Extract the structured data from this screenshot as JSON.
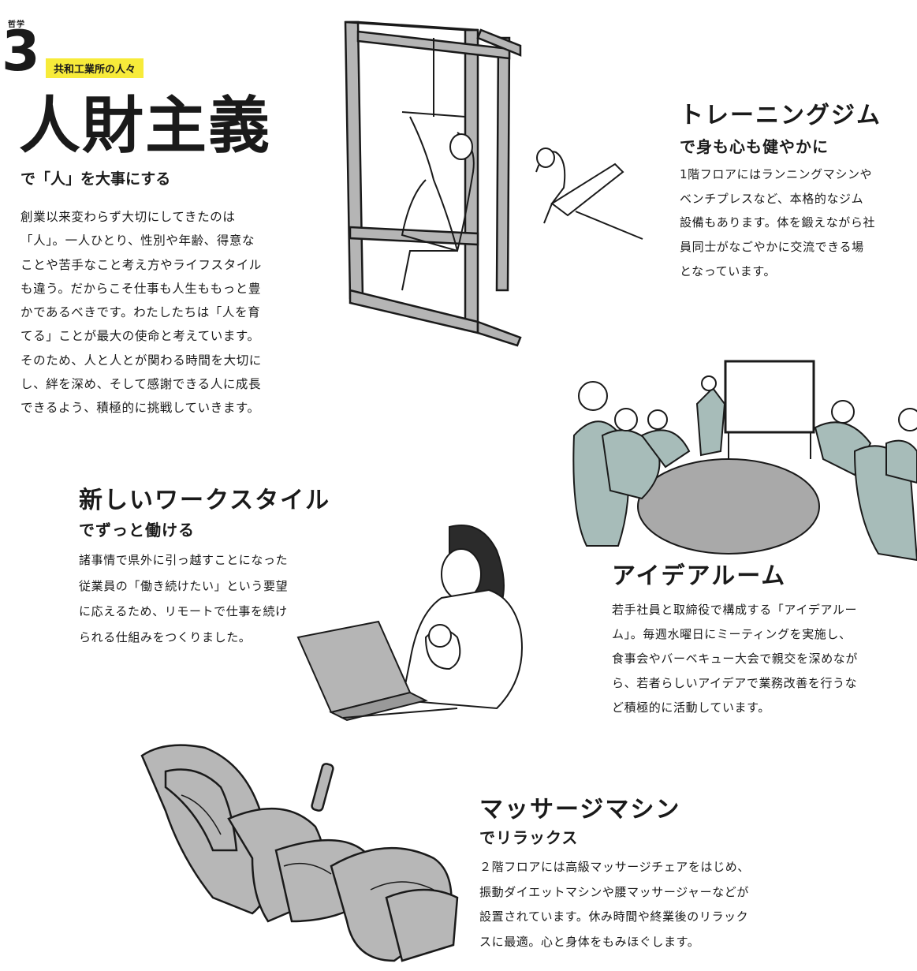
{
  "header": {
    "philosophy_label": "哲学",
    "philosophy_number": "3",
    "tagline": "共和工業所の人々"
  },
  "main": {
    "title": "人財主義",
    "subtitle": "で「人」を大事にする",
    "body": "創業以来変わらず大切にしてきたのは\n「人」。一人ひとり、性別や年齢、得意な\nことや苦手なこと考え方やライフスタイル\nも違う。だからこそ仕事も人生ももっと豊\nかであるべきです。わたしたちは「人を育\nてる」ことが最大の使命と考えています。\nそのため、人と人とが関わる時間を大切に\nし、絆を深め、そして感謝できる人に成長\nできるよう、積極的に挑戦していきます。"
  },
  "sections": {
    "gym": {
      "heading": "トレーニングジム",
      "subheading": "で身も心も健やかに",
      "body": "1階フロアにはランニングマシンや\nベンチプレスなど、本格的なジム\n設備もあります。体を鍛えながら社\n員同士がなごやかに交流できる場\nとなっています。"
    },
    "workstyle": {
      "heading": "新しいワークスタイル",
      "subheading": "でずっと働ける",
      "body": "諸事情で県外に引っ越すことになった\n従業員の「働き続けたい」という要望\nに応えるため、リモートで仕事を続け\nられる仕組みをつくりました。"
    },
    "idea_room": {
      "heading": "アイデアルーム",
      "body": "若手社員と取締役で構成する「アイデアルー\nム」。毎週水曜日にミーティングを実施し、\n食事会やバーベキュー大会で親交を深めなが\nら、若者らしいアイデアで業務改善を行うな\nど積極的に活動しています。"
    },
    "massage": {
      "heading": "マッサージマシン",
      "subheading": "でリラックス",
      "body": "２階フロアには高級マッサージチェアをはじめ、\n振動ダイエットマシンや腰マッサージャーなどが\n設置されています。休み時間や終業後のリラック\nスに最適。心と身体をもみほぐします。"
    }
  },
  "colors": {
    "accent_yellow": "#f7eb3a",
    "illustration_teal": "#a7bcb9",
    "illustration_gray": "#aaaaaa",
    "ink": "#1a1a1a"
  }
}
